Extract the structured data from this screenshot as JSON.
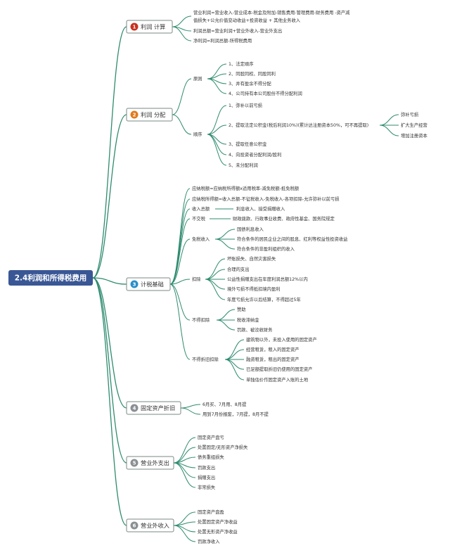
{
  "root": {
    "label": "2.4利润和所得税费用",
    "color": "#3a5795"
  },
  "colors": {
    "branch": "#2e8b6f",
    "leaf_text": "#333333",
    "node_border": "#7a8a86"
  },
  "branches": [
    {
      "key": "profit-calc",
      "badge": "1",
      "badge_color": "#c8311f",
      "label": "利润 计算",
      "items": [
        {
          "text": "营业利润=营业收入-营业成本-税金及附加-销售费用-管理费用-财务费用 -资产减"
        },
        {
          "text": "值损失+公允价值变动收益+投资收益 + 其他业务收入"
        },
        {
          "text": "利润总额=营业利润+营业外收入-营业外支出"
        },
        {
          "text": "净利润=利润总额-所得税费用"
        }
      ]
    },
    {
      "key": "profit-dist",
      "badge": "2",
      "badge_color": "#e07a1c",
      "label": "利润 分配",
      "items": [
        {
          "text": "原则",
          "children": [
            {
              "text": "1、法定顺序"
            },
            {
              "text": "2、同股同权、同股同利"
            },
            {
              "text": "3、并有盈余不得分配"
            },
            {
              "text": "4、公司持有本公司股份不得分配利润"
            }
          ]
        },
        {
          "text": "顺序",
          "children": [
            {
              "text": "1、弥补以前亏损"
            },
            {
              "text": "2、提取法定公积金(税后利润10%)(累计达注册资本50%，可不再提取)",
              "children": [
                {
                  "text": "弥补亏损"
                },
                {
                  "text": "扩大生产经营"
                },
                {
                  "text": "增加注册资本"
                }
              ]
            },
            {
              "text": "3、提取任意公积金"
            },
            {
              "text": "4、向投资者分配利润/股利"
            },
            {
              "text": "5、未分配利润"
            }
          ]
        }
      ]
    },
    {
      "key": "tax-base",
      "badge": "3",
      "badge_color": "#2a8fc8",
      "label": "计税基础",
      "items": [
        {
          "text": "应纳税额=应纳税所得额x适用税率-减免税额-抵免税额"
        },
        {
          "text": "应纳税所得额=收入总额-不征税收入-免税收入-各项扣除-允许弥补以前亏损"
        },
        {
          "text": "收入总额",
          "children": [
            {
              "text": "利息收入、接受捐赠收入"
            }
          ]
        },
        {
          "text": "不交税",
          "children": [
            {
              "text": "财政拨款、行政事业收费、政府性基金、国务院规定"
            }
          ]
        },
        {
          "text": "免税收入",
          "children": [
            {
              "text": "国债利息收入"
            },
            {
              "text": "符合条件的居民企业之间的股息、红利等权益性投资收益"
            },
            {
              "text": "符合条件的非盈利组织的收入"
            }
          ]
        },
        {
          "text": "扣除",
          "children": [
            {
              "text": "坏账损失、自然灾害损失"
            },
            {
              "text": "合理的支出"
            },
            {
              "text": "公益性捐赠支出在年度利润总额12%以内"
            },
            {
              "text": "境外亏损不得抵扣境内盈利"
            },
            {
              "text": "年度亏损允许以后结算，不得超过5年"
            }
          ]
        },
        {
          "text": "不得扣除",
          "children": [
            {
              "text": "赞助"
            },
            {
              "text": "税收滞纳金"
            },
            {
              "text": "罚款、被没收财务"
            }
          ]
        },
        {
          "text": "不得折旧扣除",
          "children": [
            {
              "text": "建筑物以外，未投入使用的固定资产"
            },
            {
              "text": "经营租赁，租入的固定资产"
            },
            {
              "text": "融资租赁，租出的固定资产"
            },
            {
              "text": "已足额提取折旧仍使用的固定资产"
            },
            {
              "text": "单独估价作固定资产入账的土地"
            }
          ]
        }
      ]
    },
    {
      "key": "depreciation",
      "badge": "4",
      "badge_color": "#8a8f93",
      "label": "固定资产折旧",
      "items": [
        {
          "text": "6月买、7月用、8月提"
        },
        {
          "text": "用到7月份报废，7月提，8月不提"
        }
      ]
    },
    {
      "key": "non-op-expense",
      "badge": "5",
      "badge_color": "#8a8f93",
      "label": "营业外支出",
      "items": [
        {
          "text": "固定资产盘亏"
        },
        {
          "text": "处置固定/无形资产净损失"
        },
        {
          "text": "债务重组损失"
        },
        {
          "text": "罚款支出"
        },
        {
          "text": "捐赠支出"
        },
        {
          "text": "非常损失"
        }
      ]
    },
    {
      "key": "non-op-income",
      "badge": "6",
      "badge_color": "#8a8f93",
      "label": "营业外收入",
      "items": [
        {
          "text": "固定资产盘盈"
        },
        {
          "text": "处置固定资产净收益"
        },
        {
          "text": "处置无形资产净收益"
        },
        {
          "text": "罚款净收入"
        }
      ]
    }
  ]
}
